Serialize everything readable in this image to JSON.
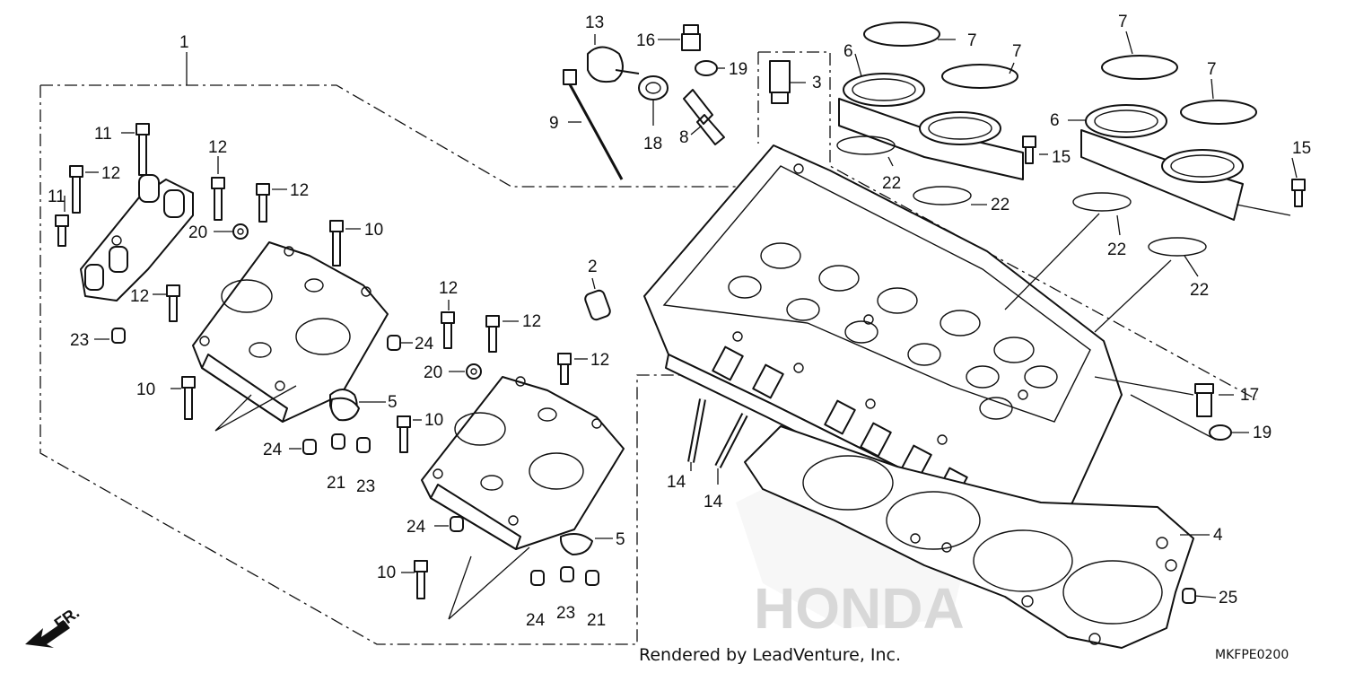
{
  "diagram": {
    "code": "MKFPE0200",
    "credit": "Rendered by LeadVenture, Inc.",
    "front_marker": "FR.",
    "watermark_brand": "HONDA",
    "callouts": {
      "c1": "1",
      "c2": "2",
      "c3": "3",
      "c4": "4",
      "c5a": "5",
      "c5b": "5",
      "c6a": "6",
      "c6b": "6",
      "c7a": "7",
      "c7b": "7",
      "c7c": "7",
      "c7d": "7",
      "c8": "8",
      "c9": "9",
      "c10a": "10",
      "c10b": "10",
      "c10c": "10",
      "c10d": "10",
      "c11a": "11",
      "c11b": "11",
      "c12a": "12",
      "c12b": "12",
      "c12c": "12",
      "c12d": "12",
      "c12e": "12",
      "c12f": "12",
      "c12g": "12",
      "c13": "13",
      "c14a": "14",
      "c14b": "14",
      "c15a": "15",
      "c15b": "15",
      "c16": "16",
      "c17": "17",
      "c18": "18",
      "c19a": "19",
      "c19b": "19",
      "c20a": "20",
      "c20b": "20",
      "c21a": "21",
      "c21b": "21",
      "c22a": "22",
      "c22b": "22",
      "c22c": "22",
      "c22d": "22",
      "c23a": "23",
      "c23b": "23",
      "c23c": "23",
      "c24a": "24",
      "c24b": "24",
      "c24c": "24",
      "c24d": "24",
      "c25": "25"
    }
  }
}
